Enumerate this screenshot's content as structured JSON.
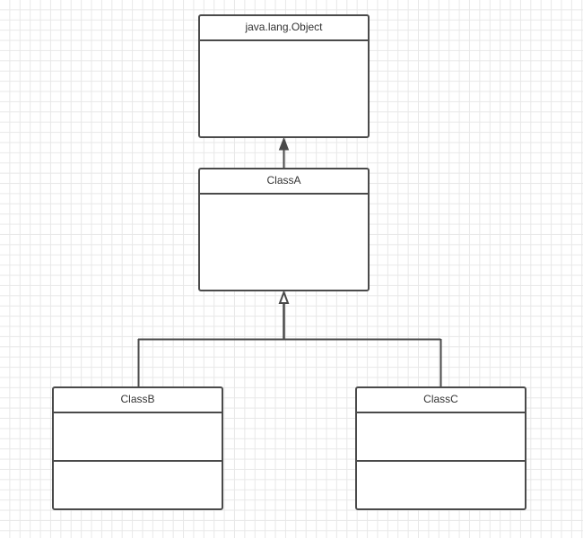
{
  "diagram": {
    "classes": {
      "object": {
        "name": "java.lang.Object"
      },
      "a": {
        "name": "ClassA"
      },
      "b": {
        "name": "ClassB"
      },
      "c": {
        "name": "ClassC"
      }
    },
    "relations": [
      {
        "from": "ClassA",
        "to": "java.lang.Object",
        "kind": "extends"
      },
      {
        "from": "ClassB",
        "to": "ClassA",
        "kind": "extends"
      },
      {
        "from": "ClassC",
        "to": "ClassA",
        "kind": "extends"
      }
    ],
    "colors": {
      "grid": "#e8e8e8",
      "stroke": "#4a4a4a",
      "text": "#333333"
    }
  }
}
